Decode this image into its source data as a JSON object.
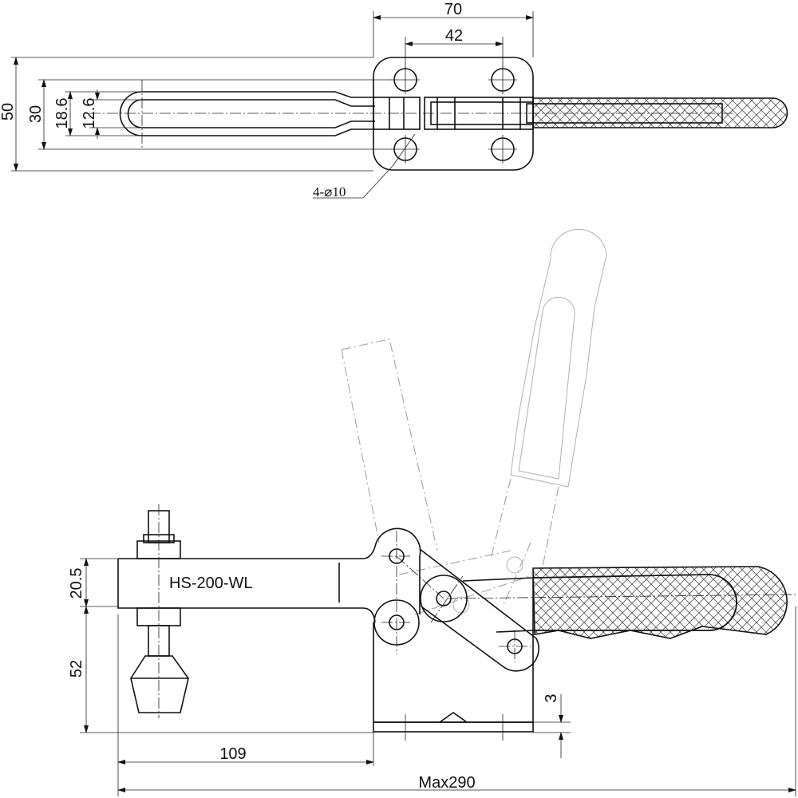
{
  "drawing": {
    "model_label": "HS-200-WL",
    "top_view": {
      "dim_width_overall": "70",
      "dim_hole_spacing": "42",
      "dim_height_overall": "50",
      "dim_hole_vertical": "30",
      "dim_handle_outer": "18.6",
      "dim_handle_inner": "12.6",
      "hole_callout": "4-⌀10"
    },
    "side_view": {
      "dim_arm_height": "20.5",
      "dim_base_height": "52",
      "dim_arm_length": "109",
      "dim_overall_length": "Max290",
      "dim_base_plate": "3"
    }
  }
}
